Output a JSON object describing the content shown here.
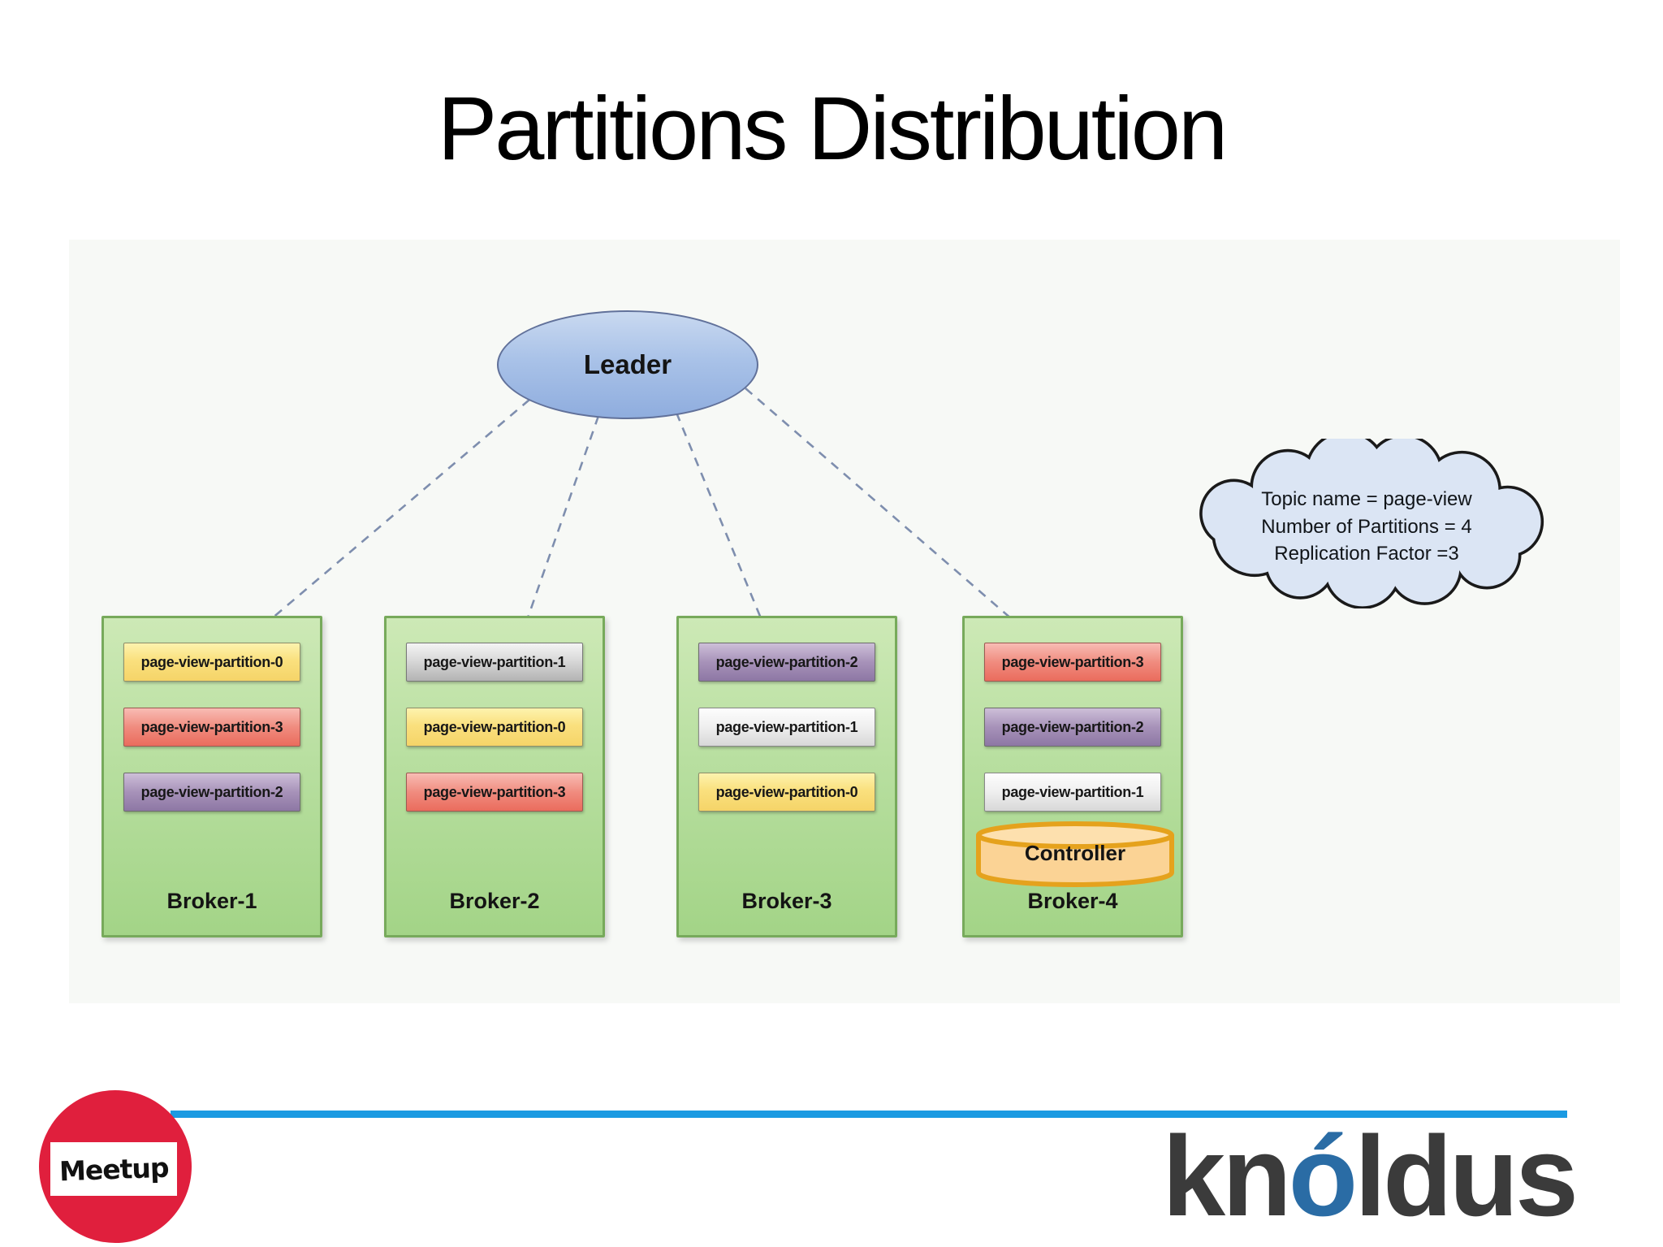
{
  "title": "Partitions Distribution",
  "leader": {
    "label": "Leader"
  },
  "topic_note": {
    "line1": "Topic name = page-view",
    "line2": "Number of Partitions = 4",
    "line3": "Replication Factor =3"
  },
  "brokers": [
    {
      "name": "Broker-1",
      "partitions": [
        {
          "label": "page-view-partition-0",
          "color": "yellow"
        },
        {
          "label": "page-view-partition-3",
          "color": "red"
        },
        {
          "label": "page-view-partition-2",
          "color": "purple"
        }
      ]
    },
    {
      "name": "Broker-2",
      "partitions": [
        {
          "label": "page-view-partition-1",
          "color": "silver"
        },
        {
          "label": "page-view-partition-0",
          "color": "yellow"
        },
        {
          "label": "page-view-partition-3",
          "color": "red"
        }
      ]
    },
    {
      "name": "Broker-3",
      "partitions": [
        {
          "label": "page-view-partition-2",
          "color": "purple"
        },
        {
          "label": "page-view-partition-1",
          "color": "white"
        },
        {
          "label": "page-view-partition-0",
          "color": "yellow"
        }
      ]
    },
    {
      "name": "Broker-4",
      "controller_label": "Controller",
      "partitions": [
        {
          "label": "page-view-partition-3",
          "color": "red"
        },
        {
          "label": "page-view-partition-2",
          "color": "purple"
        },
        {
          "label": "page-view-partition-1",
          "color": "white"
        }
      ]
    }
  ],
  "footer": {
    "meetup_logo_text": "Meetup",
    "brand_pre": "kn",
    "brand_accent": "ó",
    "brand_post": "ldus"
  },
  "colors": {
    "accent_line": "#1b9ae2",
    "leader_fill": "#a9c2e8",
    "cloud_fill": "#dbe5f4",
    "broker_fill": "#b8dfa0",
    "broker_border": "#77aa5b",
    "arrow": "#7e8eae",
    "partition_yellow": "#f8dc77",
    "partition_red": "#ef8074",
    "partition_purple": "#a08bb5",
    "partition_silver": "#cfcfcf",
    "partition_white": "#ececec",
    "controller_fill": "#fbd395",
    "controller_border": "#e5a21d",
    "meetup_red": "#e01f3d",
    "brand_dark": "#3b3b3b",
    "brand_blue": "#2a6ca5"
  }
}
